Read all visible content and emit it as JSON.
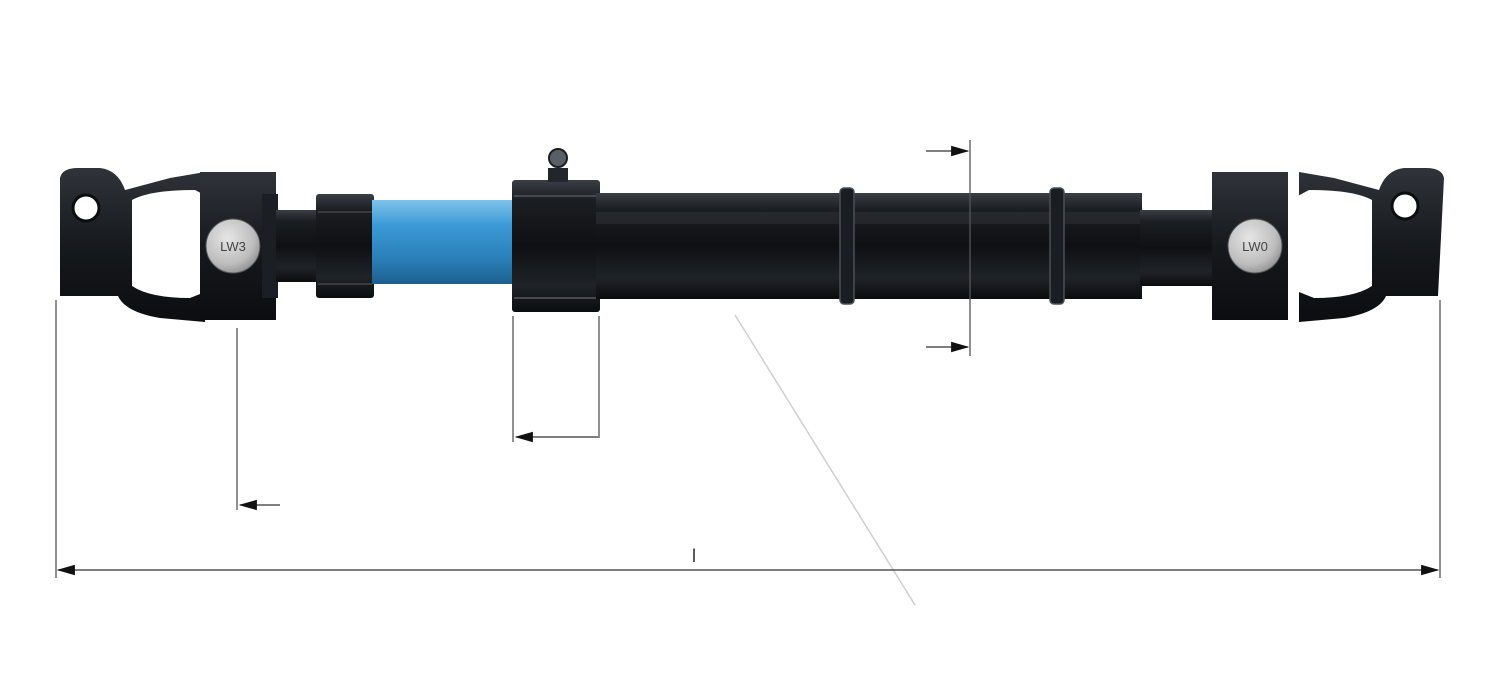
{
  "diagram": {
    "left_bearing_cap_label": "LW3",
    "right_bearing_cap_label": "LW0",
    "overall_length_label": "l"
  },
  "colors": {
    "background": "#ffffff",
    "shaft_dark": "#15181c",
    "shaft_mid": "#262a30",
    "inner_tube_blue": "#2f8fcf",
    "bearing_cap": "#c8c8c8",
    "dimension_line": "#555555"
  }
}
